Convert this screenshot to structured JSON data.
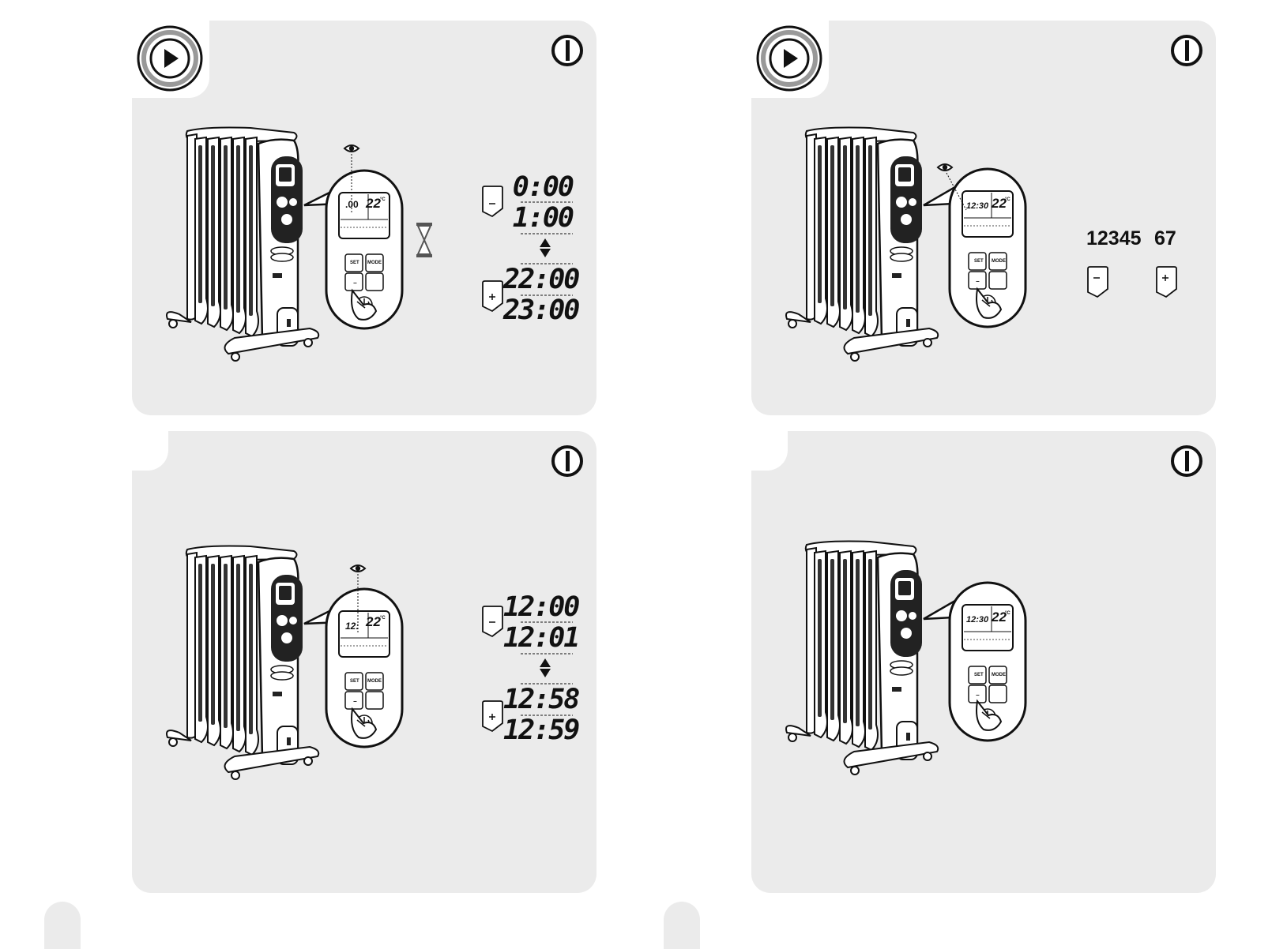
{
  "panels": [
    {
      "id": "p1",
      "icons": [
        "play-icon",
        "power-icon"
      ],
      "display": {
        "time": ".00",
        "temp": "22",
        "unit": "°C"
      },
      "keypad": {
        "set": "SET",
        "mode": "MODE",
        "minus": "−",
        "plus": "+"
      },
      "controls": {
        "minus": "−",
        "plus": "+"
      },
      "sequence": {
        "first": "0:00",
        "second": "1:00",
        "third": "22:00",
        "fourth": "23:00"
      }
    },
    {
      "id": "p2",
      "icons": [
        "play-icon",
        "power-icon"
      ],
      "display": {
        "time": "12:30",
        "temp": "22",
        "unit": "°C"
      },
      "keypad": {
        "set": "SET",
        "mode": "MODE",
        "minus": "−"
      },
      "controls": {
        "minus": "−",
        "plus": "+"
      },
      "days": {
        "weekdays": "12345",
        "weekend": "67"
      }
    },
    {
      "id": "p3",
      "icons": [
        "power-icon"
      ],
      "display": {
        "time": "12:",
        "temp": "22",
        "unit": "°C"
      },
      "keypad": {
        "set": "SET",
        "mode": "MODE",
        "minus": "−",
        "plus": "+"
      },
      "controls": {
        "minus": "−",
        "plus": "+"
      },
      "sequence": {
        "first": "12:00",
        "second": "12:01",
        "third": "12:58",
        "fourth": "12:59"
      }
    },
    {
      "id": "p4",
      "icons": [
        "power-icon"
      ],
      "display": {
        "time": "12:30",
        "temp": "22",
        "unit": "°C"
      },
      "keypad": {
        "set": "SET",
        "mode": "MODE",
        "minus": "−"
      }
    }
  ]
}
